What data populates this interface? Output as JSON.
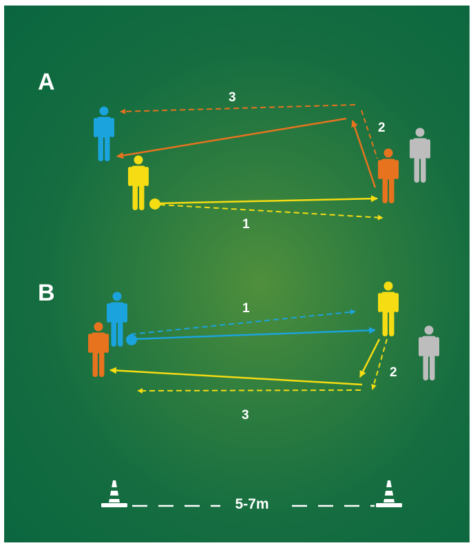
{
  "colors": {
    "pitch": "#156d40",
    "blue": "#1ba3dd",
    "yellow": "#f5dc13",
    "orange": "#e8731f",
    "gray": "#bdbdbd",
    "white": "#ffffff"
  },
  "drill_a": {
    "label": "A",
    "step1": "1",
    "step2": "2",
    "step3": "3"
  },
  "drill_b": {
    "label": "B",
    "step1": "1",
    "step2": "2",
    "step3": "3"
  },
  "distance": "5-7m"
}
